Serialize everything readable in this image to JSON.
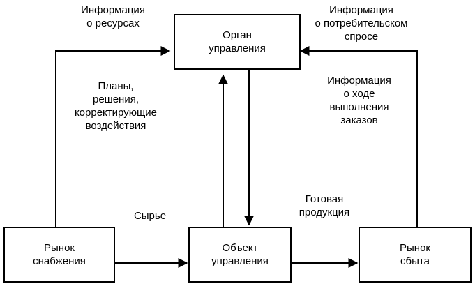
{
  "nodes": {
    "control_body": {
      "lines": [
        "Орган",
        "управления"
      ]
    },
    "supply_market": {
      "lines": [
        "Рынок",
        "снабжения"
      ]
    },
    "control_object": {
      "lines": [
        "Объект",
        "управления"
      ]
    },
    "sales_market": {
      "lines": [
        "Рынок",
        "сбыта"
      ]
    }
  },
  "edge_labels": {
    "resource_info": {
      "lines": [
        "Информация",
        "о ресурсах"
      ]
    },
    "demand_info": {
      "lines": [
        "Информация",
        "о потребительском",
        "спросе"
      ]
    },
    "plans": {
      "lines": [
        "Планы,",
        "решения,",
        "корректирующие",
        "воздействия"
      ]
    },
    "orders_info": {
      "lines": [
        "Информация",
        "о ходе",
        "выполнения",
        "заказов"
      ]
    },
    "raw_materials": {
      "lines": [
        "Сырье"
      ]
    },
    "finished_goods": {
      "lines": [
        "Готовая",
        "продукция"
      ]
    }
  }
}
